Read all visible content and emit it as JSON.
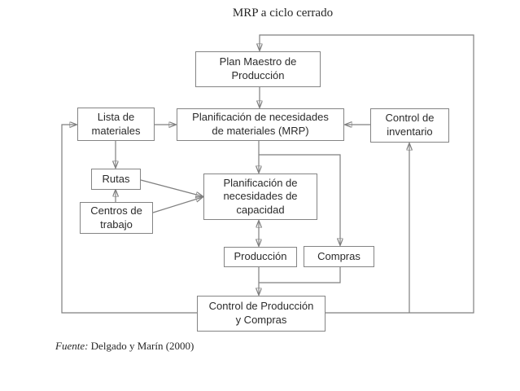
{
  "title": "MRP a ciclo cerrado",
  "caption": {
    "label": "Fuente:",
    "text": "Delgado y Marín (2000)"
  },
  "colors": {
    "background": "#ffffff",
    "box_border": "#848484",
    "line": "#7f7f7f",
    "arrowhead": "#1a1a1a",
    "text": "#2b2b2b"
  },
  "diagram": {
    "type": "flowchart",
    "nodes": {
      "plan_maestro": {
        "label": "Plan Maestro de\nProducción"
      },
      "lista_materiales": {
        "label": "Lista de\nmateriales"
      },
      "mrp": {
        "label": "Planificación de necesidades\nde materiales (MRP)"
      },
      "control_inventario": {
        "label": "Control de\ninventario"
      },
      "rutas": {
        "label": "Rutas"
      },
      "capacidad": {
        "label": "Planificación de\nnecesidades de\ncapacidad"
      },
      "centros_trabajo": {
        "label": "Centros de\ntrabajo"
      },
      "produccion": {
        "label": "Producción"
      },
      "compras": {
        "label": "Compras"
      },
      "control_produccion_compras": {
        "label": "Control de Producción\ny Compras"
      }
    },
    "edges": [
      {
        "from": "control_produccion_compras",
        "to": "plan_maestro",
        "via": "right-feedback-loop",
        "arrow": "end"
      },
      {
        "from": "plan_maestro",
        "to": "mrp",
        "arrow": "end"
      },
      {
        "from": "lista_materiales",
        "to": "mrp",
        "arrow": "end"
      },
      {
        "from": "control_produccion_compras",
        "to": "lista_materiales",
        "via": "left-feedback-loop",
        "arrow": "end"
      },
      {
        "from": "control_inventario",
        "to": "mrp",
        "arrow": "end"
      },
      {
        "from": "mrp",
        "to": "capacidad",
        "arrow": "end"
      },
      {
        "from": "mrp",
        "to": "compras",
        "arrow": "end"
      },
      {
        "from": "lista_materiales",
        "to": "rutas",
        "arrow": "end"
      },
      {
        "from": "centros_trabajo",
        "to": "rutas",
        "arrow": "end"
      },
      {
        "from": "rutas",
        "to": "capacidad",
        "arrow": "end"
      },
      {
        "from": "centros_trabajo",
        "to": "capacidad",
        "arrow": "end"
      },
      {
        "from": "capacidad",
        "to": "produccion",
        "arrow": "both"
      },
      {
        "from": "produccion",
        "to": "control_produccion_compras",
        "arrow": "end"
      },
      {
        "from": "compras",
        "to": "control_produccion_compras",
        "arrow": "end"
      },
      {
        "from": "control_produccion_compras",
        "to": "control_inventario",
        "arrow": "end"
      }
    ]
  }
}
